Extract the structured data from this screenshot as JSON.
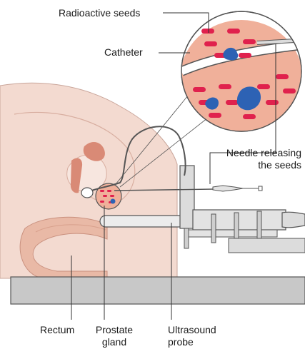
{
  "labels": {
    "radioactive_seeds": "Radioactive seeds",
    "catheter": "Catheter",
    "needle_line1": "Needle releasing",
    "needle_line2": "the seeds",
    "rectum": "Rectum",
    "prostate_line1": "Prostate",
    "prostate_line2": "gland",
    "ultrasound_line1": "Ultrasound",
    "ultrasound_line2": "probe"
  },
  "colors": {
    "skin": "#f3dad0",
    "skin_dark": "#e9b9a6",
    "organ": "#d98a76",
    "prostate": "#f0b09a",
    "seed": "#e0214d",
    "cancer": "#2d62b4",
    "metal": "#dcdcdc",
    "table": "#c8c8c8",
    "outline": "#555555"
  }
}
